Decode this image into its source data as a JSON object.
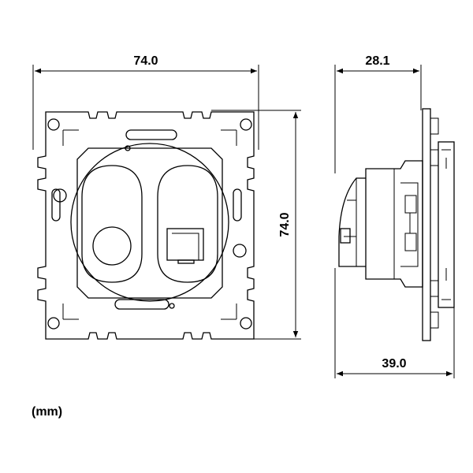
{
  "dimensions": {
    "front_width": "74.0",
    "front_height": "74.0",
    "side_depth_top": "28.1",
    "side_depth_bottom": "39.0"
  },
  "unit_label": "(mm)"
}
